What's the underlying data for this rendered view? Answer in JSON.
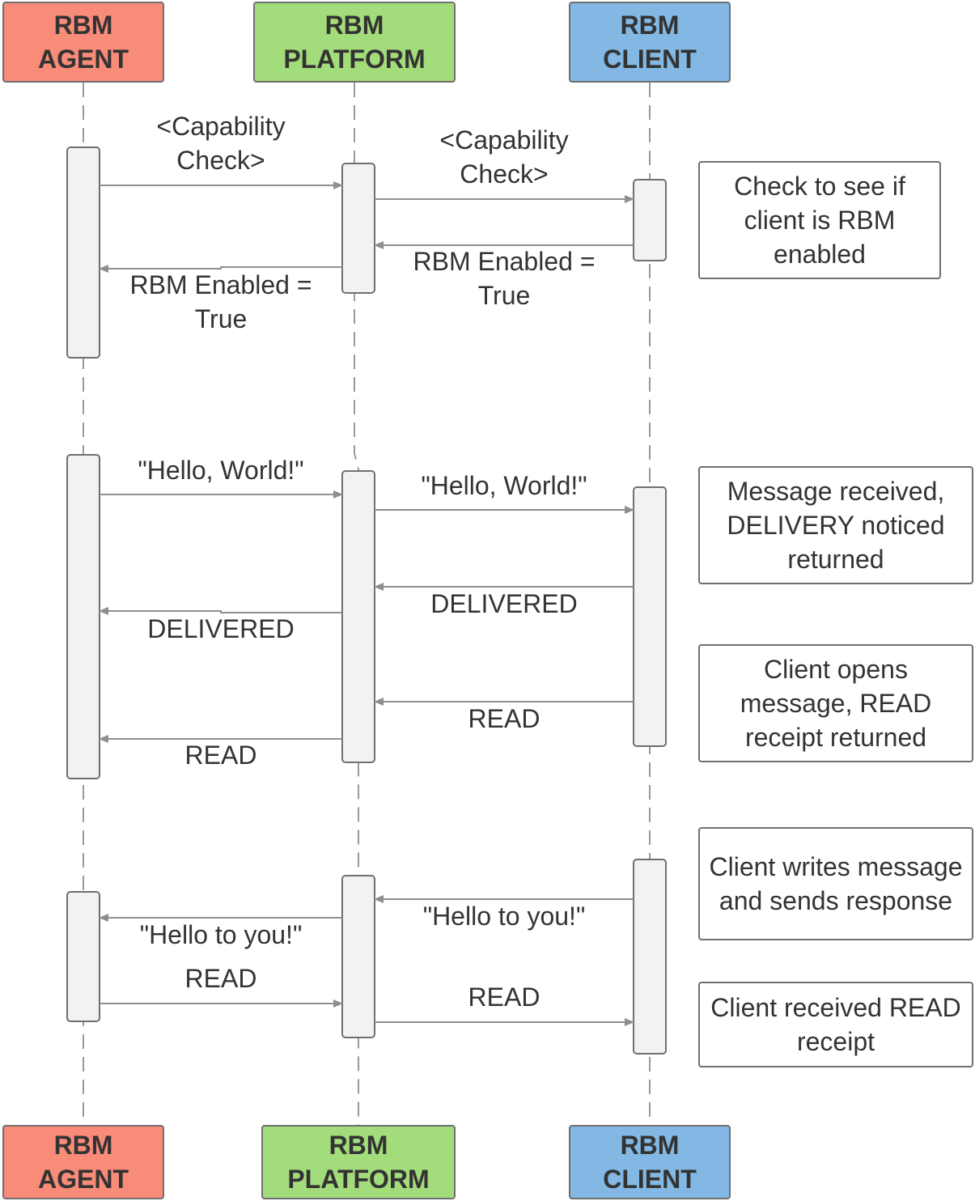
{
  "actors": {
    "agent": {
      "line1": "RBM",
      "line2": "AGENT",
      "color": "#f98b79"
    },
    "platform": {
      "line1": "RBM",
      "line2": "PLATFORM",
      "color": "#a3dc7a"
    },
    "client": {
      "line1": "RBM",
      "line2": "CLIENT",
      "color": "#82b8e3"
    }
  },
  "messages": {
    "cap_check_1": "<Capability Check>",
    "cap_check_2": "<Capability Check>",
    "rbm_enabled_1": "RBM Enabled = True",
    "rbm_enabled_2": "RBM Enabled = True",
    "hello_world_1": "\"Hello, World!\"",
    "hello_world_2": "\"Hello, World!\"",
    "delivered_1": "DELIVERED",
    "delivered_2": "DELIVERED",
    "read_1": "READ",
    "read_2": "READ",
    "hello_you_1": "\"Hello to you!\"",
    "hello_you_2": "\"Hello to you!\"",
    "read_3": "READ",
    "read_4": "READ"
  },
  "notes": {
    "capability": "Check to see if client is RBM enabled",
    "delivery": "Message received, DELIVERY noticed returned",
    "read_receipt": "Client opens message, READ receipt returned",
    "response": "Client writes message and sends response",
    "received": "Client received READ receipt"
  }
}
